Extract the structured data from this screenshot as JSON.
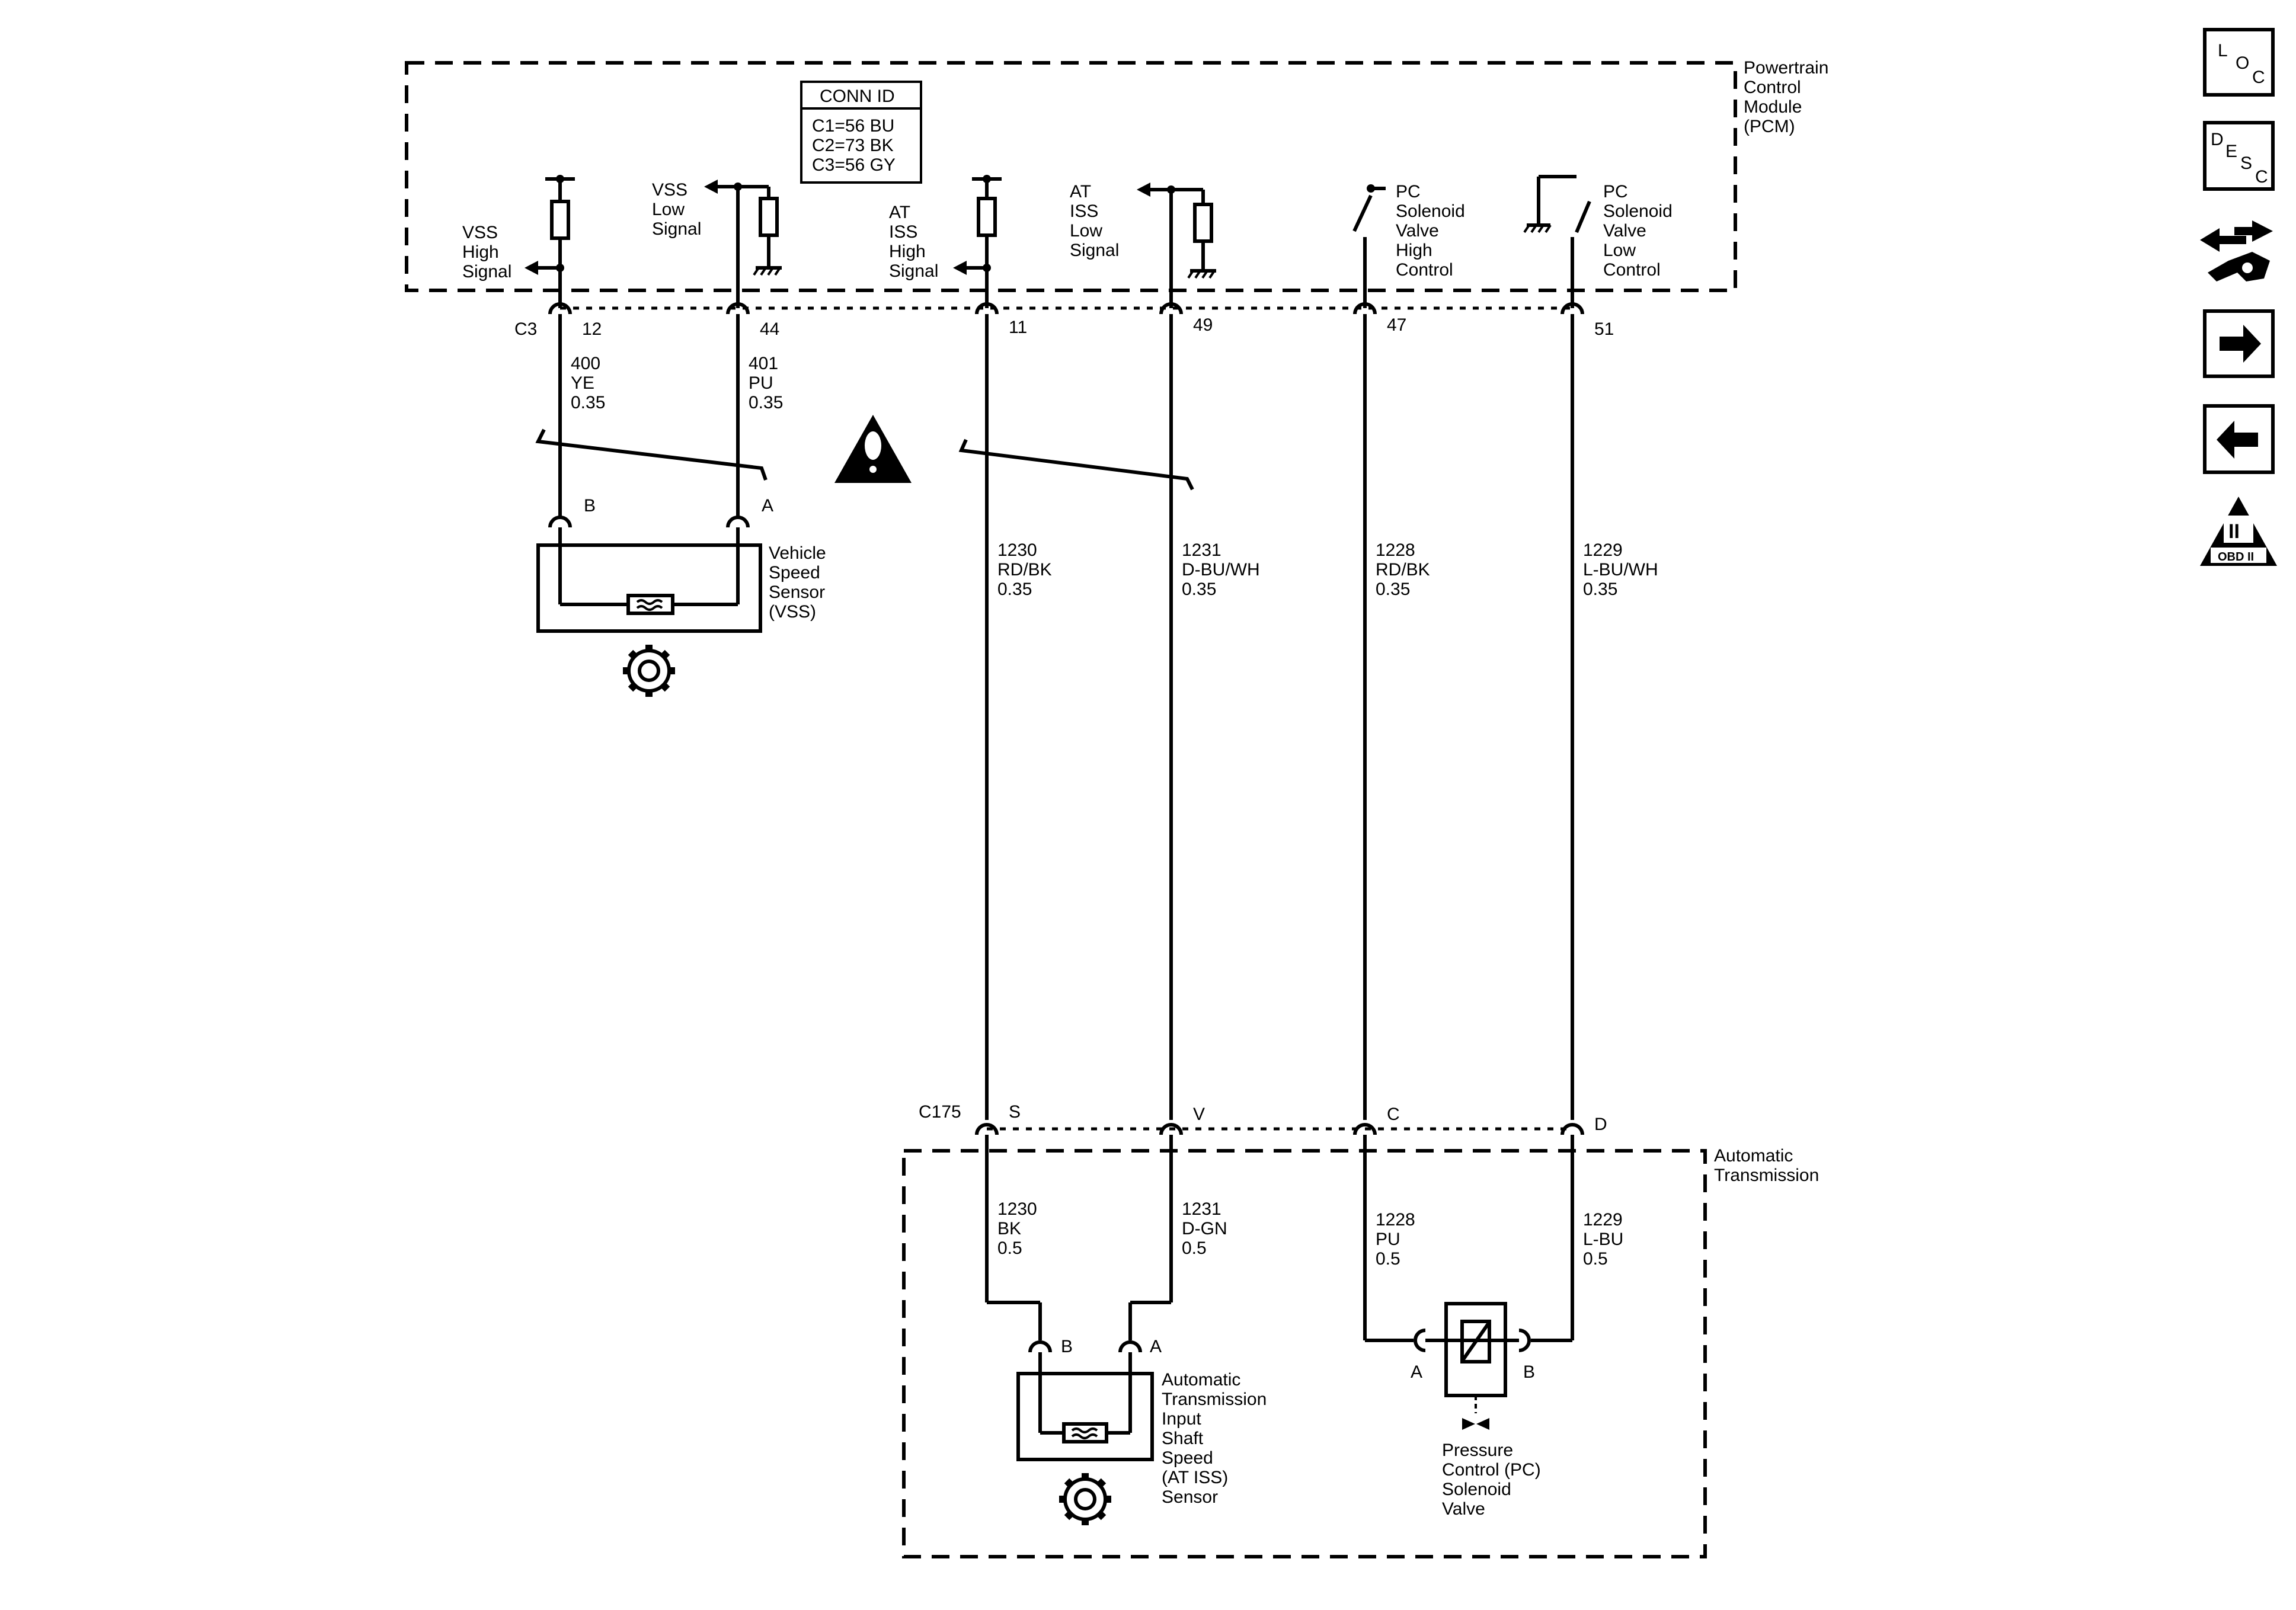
{
  "pcm": {
    "name": [
      "Powertrain",
      "Control",
      "Module",
      "(PCM)"
    ],
    "conn_id": {
      "title": "CONN ID",
      "rows": [
        "C1=56 BU",
        "C2=73 BK",
        "C3=56 GY"
      ]
    },
    "connector": "C3",
    "signals": {
      "vss_high": [
        "VSS",
        "High",
        "Signal"
      ],
      "vss_low": [
        "VSS",
        "Low",
        "Signal"
      ],
      "iss_high": [
        "AT",
        "ISS",
        "High",
        "Signal"
      ],
      "iss_low": [
        "AT",
        "ISS",
        "Low",
        "Signal"
      ],
      "pc_high": [
        "PC",
        "Solenoid",
        "Valve",
        "High",
        "Control"
      ],
      "pc_low": [
        "PC",
        "Solenoid",
        "Valve",
        "Low",
        "Control"
      ]
    },
    "pins": [
      "12",
      "44",
      "11",
      "49",
      "47",
      "51"
    ]
  },
  "wires_upper": [
    [
      "400",
      "YE",
      "0.35"
    ],
    [
      "401",
      "PU",
      "0.35"
    ],
    [
      "1230",
      "RD/BK",
      "0.35"
    ],
    [
      "1231",
      "D-BU/WH",
      "0.35"
    ],
    [
      "1228",
      "RD/BK",
      "0.35"
    ],
    [
      "1229",
      "L-BU/WH",
      "0.35"
    ]
  ],
  "vss_sensor": {
    "name": [
      "Vehicle",
      "Speed",
      "Sensor",
      "(VSS)"
    ],
    "pins": [
      "B",
      "A"
    ]
  },
  "c175": {
    "name": "C175",
    "pins": [
      "S",
      "V",
      "C",
      "D"
    ]
  },
  "transmission": {
    "name": [
      "Automatic",
      "Transmission"
    ]
  },
  "wires_lower": [
    [
      "1230",
      "BK",
      "0.5"
    ],
    [
      "1231",
      "D-GN",
      "0.5"
    ],
    [
      "1228",
      "PU",
      "0.5"
    ],
    [
      "1229",
      "L-BU",
      "0.5"
    ]
  ],
  "iss_sensor": {
    "name": [
      "Automatic",
      "Transmission",
      "Input",
      "Shaft",
      "Speed",
      "(AT ISS)",
      "Sensor"
    ],
    "pins": [
      "B",
      "A"
    ]
  },
  "pc_valve": {
    "name": [
      "Pressure",
      "Control (PC)",
      "Solenoid",
      "Valve"
    ],
    "pins": [
      "A",
      "B"
    ]
  },
  "sidebar": {
    "loc": [
      "L",
      "O",
      "C"
    ],
    "desc": [
      "D",
      "E",
      "S",
      "C"
    ],
    "obd": [
      "II",
      "OBD II"
    ],
    "icons": [
      "location-button",
      "description-button",
      "connector-end-view-button",
      "next-page-button",
      "previous-page-button",
      "obd-ii-button"
    ]
  }
}
